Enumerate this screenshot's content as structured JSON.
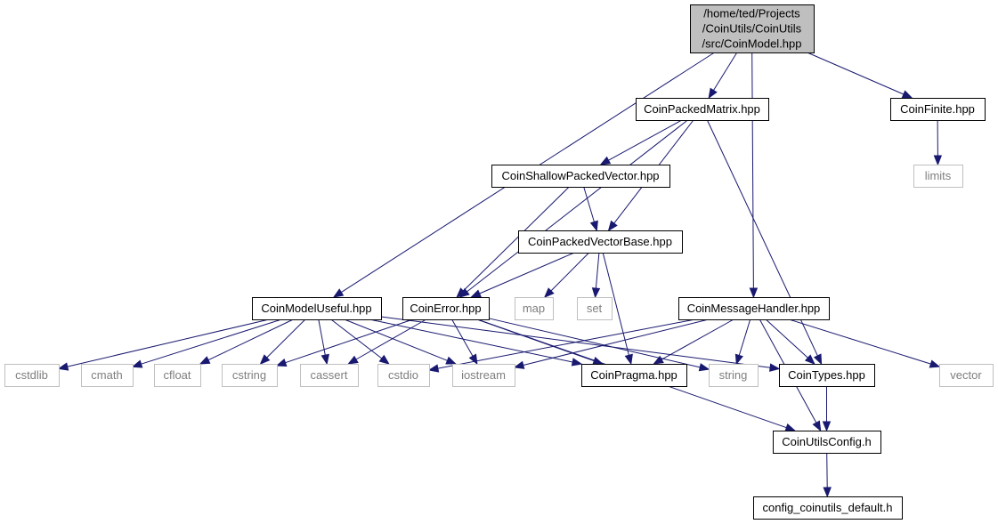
{
  "graph": {
    "nodes": {
      "root": {
        "lines": [
          "/home/ted/Projects",
          "/CoinUtils/CoinUtils",
          "/src/CoinModel.hpp"
        ],
        "kind": "root"
      },
      "coinpackedmatrix": {
        "lines": [
          "CoinPackedMatrix.hpp"
        ],
        "kind": "project"
      },
      "coinfinite": {
        "lines": [
          "CoinFinite.hpp"
        ],
        "kind": "project"
      },
      "limits": {
        "lines": [
          "limits"
        ],
        "kind": "system"
      },
      "coinshallowpackedvector": {
        "lines": [
          "CoinShallowPackedVector.hpp"
        ],
        "kind": "project"
      },
      "coinpackedvectorbase": {
        "lines": [
          "CoinPackedVectorBase.hpp"
        ],
        "kind": "project"
      },
      "coinmodeluseful": {
        "lines": [
          "CoinModelUseful.hpp"
        ],
        "kind": "project"
      },
      "coinerror": {
        "lines": [
          "CoinError.hpp"
        ],
        "kind": "project"
      },
      "map": {
        "lines": [
          "map"
        ],
        "kind": "system"
      },
      "set": {
        "lines": [
          "set"
        ],
        "kind": "system"
      },
      "coinmessagehandler": {
        "lines": [
          "CoinMessageHandler.hpp"
        ],
        "kind": "project"
      },
      "cstdlib": {
        "lines": [
          "cstdlib"
        ],
        "kind": "system"
      },
      "cmath": {
        "lines": [
          "cmath"
        ],
        "kind": "system"
      },
      "cfloat": {
        "lines": [
          "cfloat"
        ],
        "kind": "system"
      },
      "cstring": {
        "lines": [
          "cstring"
        ],
        "kind": "system"
      },
      "cassert": {
        "lines": [
          "cassert"
        ],
        "kind": "system"
      },
      "cstdio": {
        "lines": [
          "cstdio"
        ],
        "kind": "system"
      },
      "iostream": {
        "lines": [
          "iostream"
        ],
        "kind": "system"
      },
      "coinpragma": {
        "lines": [
          "CoinPragma.hpp"
        ],
        "kind": "project"
      },
      "string": {
        "lines": [
          "string"
        ],
        "kind": "system"
      },
      "cointypes": {
        "lines": [
          "CoinTypes.hpp"
        ],
        "kind": "project"
      },
      "vector": {
        "lines": [
          "vector"
        ],
        "kind": "system"
      },
      "coinutilsconfig": {
        "lines": [
          "CoinUtilsConfig.h"
        ],
        "kind": "project"
      },
      "configdefault": {
        "lines": [
          "config_coinutils_default.h"
        ],
        "kind": "project"
      }
    },
    "edges": [
      [
        "root",
        "coinpackedmatrix"
      ],
      [
        "root",
        "coinfinite"
      ],
      [
        "root",
        "coinmodeluseful"
      ],
      [
        "root",
        "coinmessagehandler"
      ],
      [
        "coinfinite",
        "limits"
      ],
      [
        "coinpackedmatrix",
        "coinshallowpackedvector"
      ],
      [
        "coinpackedmatrix",
        "coinpackedvectorbase"
      ],
      [
        "coinpackedmatrix",
        "coinerror"
      ],
      [
        "coinpackedmatrix",
        "cointypes"
      ],
      [
        "coinshallowpackedvector",
        "coinpackedvectorbase"
      ],
      [
        "coinshallowpackedvector",
        "coinerror"
      ],
      [
        "coinpackedvectorbase",
        "coinerror"
      ],
      [
        "coinpackedvectorbase",
        "map"
      ],
      [
        "coinpackedvectorbase",
        "set"
      ],
      [
        "coinpackedvectorbase",
        "coinpragma"
      ],
      [
        "coinmodeluseful",
        "cstdlib"
      ],
      [
        "coinmodeluseful",
        "cmath"
      ],
      [
        "coinmodeluseful",
        "cfloat"
      ],
      [
        "coinmodeluseful",
        "cstring"
      ],
      [
        "coinmodeluseful",
        "cassert"
      ],
      [
        "coinmodeluseful",
        "cstdio"
      ],
      [
        "coinmodeluseful",
        "iostream"
      ],
      [
        "coinmodeluseful",
        "coinpragma"
      ],
      [
        "coinmodeluseful",
        "cointypes"
      ],
      [
        "coinerror",
        "cstring"
      ],
      [
        "coinerror",
        "cassert"
      ],
      [
        "coinerror",
        "iostream"
      ],
      [
        "coinerror",
        "coinpragma"
      ],
      [
        "coinerror",
        "string"
      ],
      [
        "coinerror",
        "coinutilsconfig"
      ],
      [
        "coinmessagehandler",
        "cstdio"
      ],
      [
        "coinmessagehandler",
        "iostream"
      ],
      [
        "coinmessagehandler",
        "coinpragma"
      ],
      [
        "coinmessagehandler",
        "string"
      ],
      [
        "coinmessagehandler",
        "cointypes"
      ],
      [
        "coinmessagehandler",
        "vector"
      ],
      [
        "coinmessagehandler",
        "coinutilsconfig"
      ],
      [
        "cointypes",
        "coinutilsconfig"
      ],
      [
        "coinutilsconfig",
        "configdefault"
      ]
    ]
  }
}
